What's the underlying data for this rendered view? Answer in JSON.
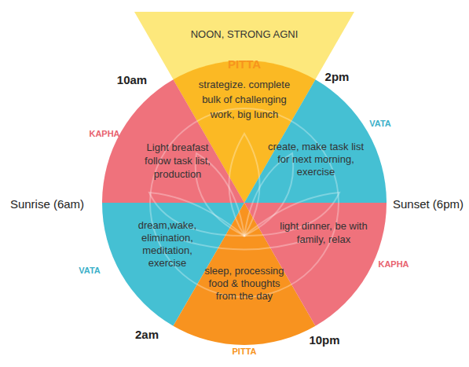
{
  "diagram": {
    "nodes": [
      {
        "text": [
          "NOON, STRONG AGNI",
          "PITTA"
        ]
      },
      {
        "text": [
          "strategize. complete bulk of challenging work, big lunch"
        ]
      },
      {
        "text": [
          "Light breafast follow task list, production"
        ]
      },
      {
        "text": [
          "create, make task list for next morning, exercise"
        ]
      },
      {
        "text": [
          "dream,wake, elimination, meditation, exercise"
        ]
      },
      {
        "text": [
          "light dinner, be with family, relax"
        ]
      },
      {
        "text": [
          "sleep, processing food & thoughts from the day"
        ]
      }
    ],
    "labels": [
      "10am",
      "2pm",
      "KAPHA",
      "VATA",
      "Sunrise (6am)",
      "Sunset (6pm)",
      "VATA",
      "KAPHA",
      "2am",
      "PITTA",
      "10pm"
    ]
  }
}
